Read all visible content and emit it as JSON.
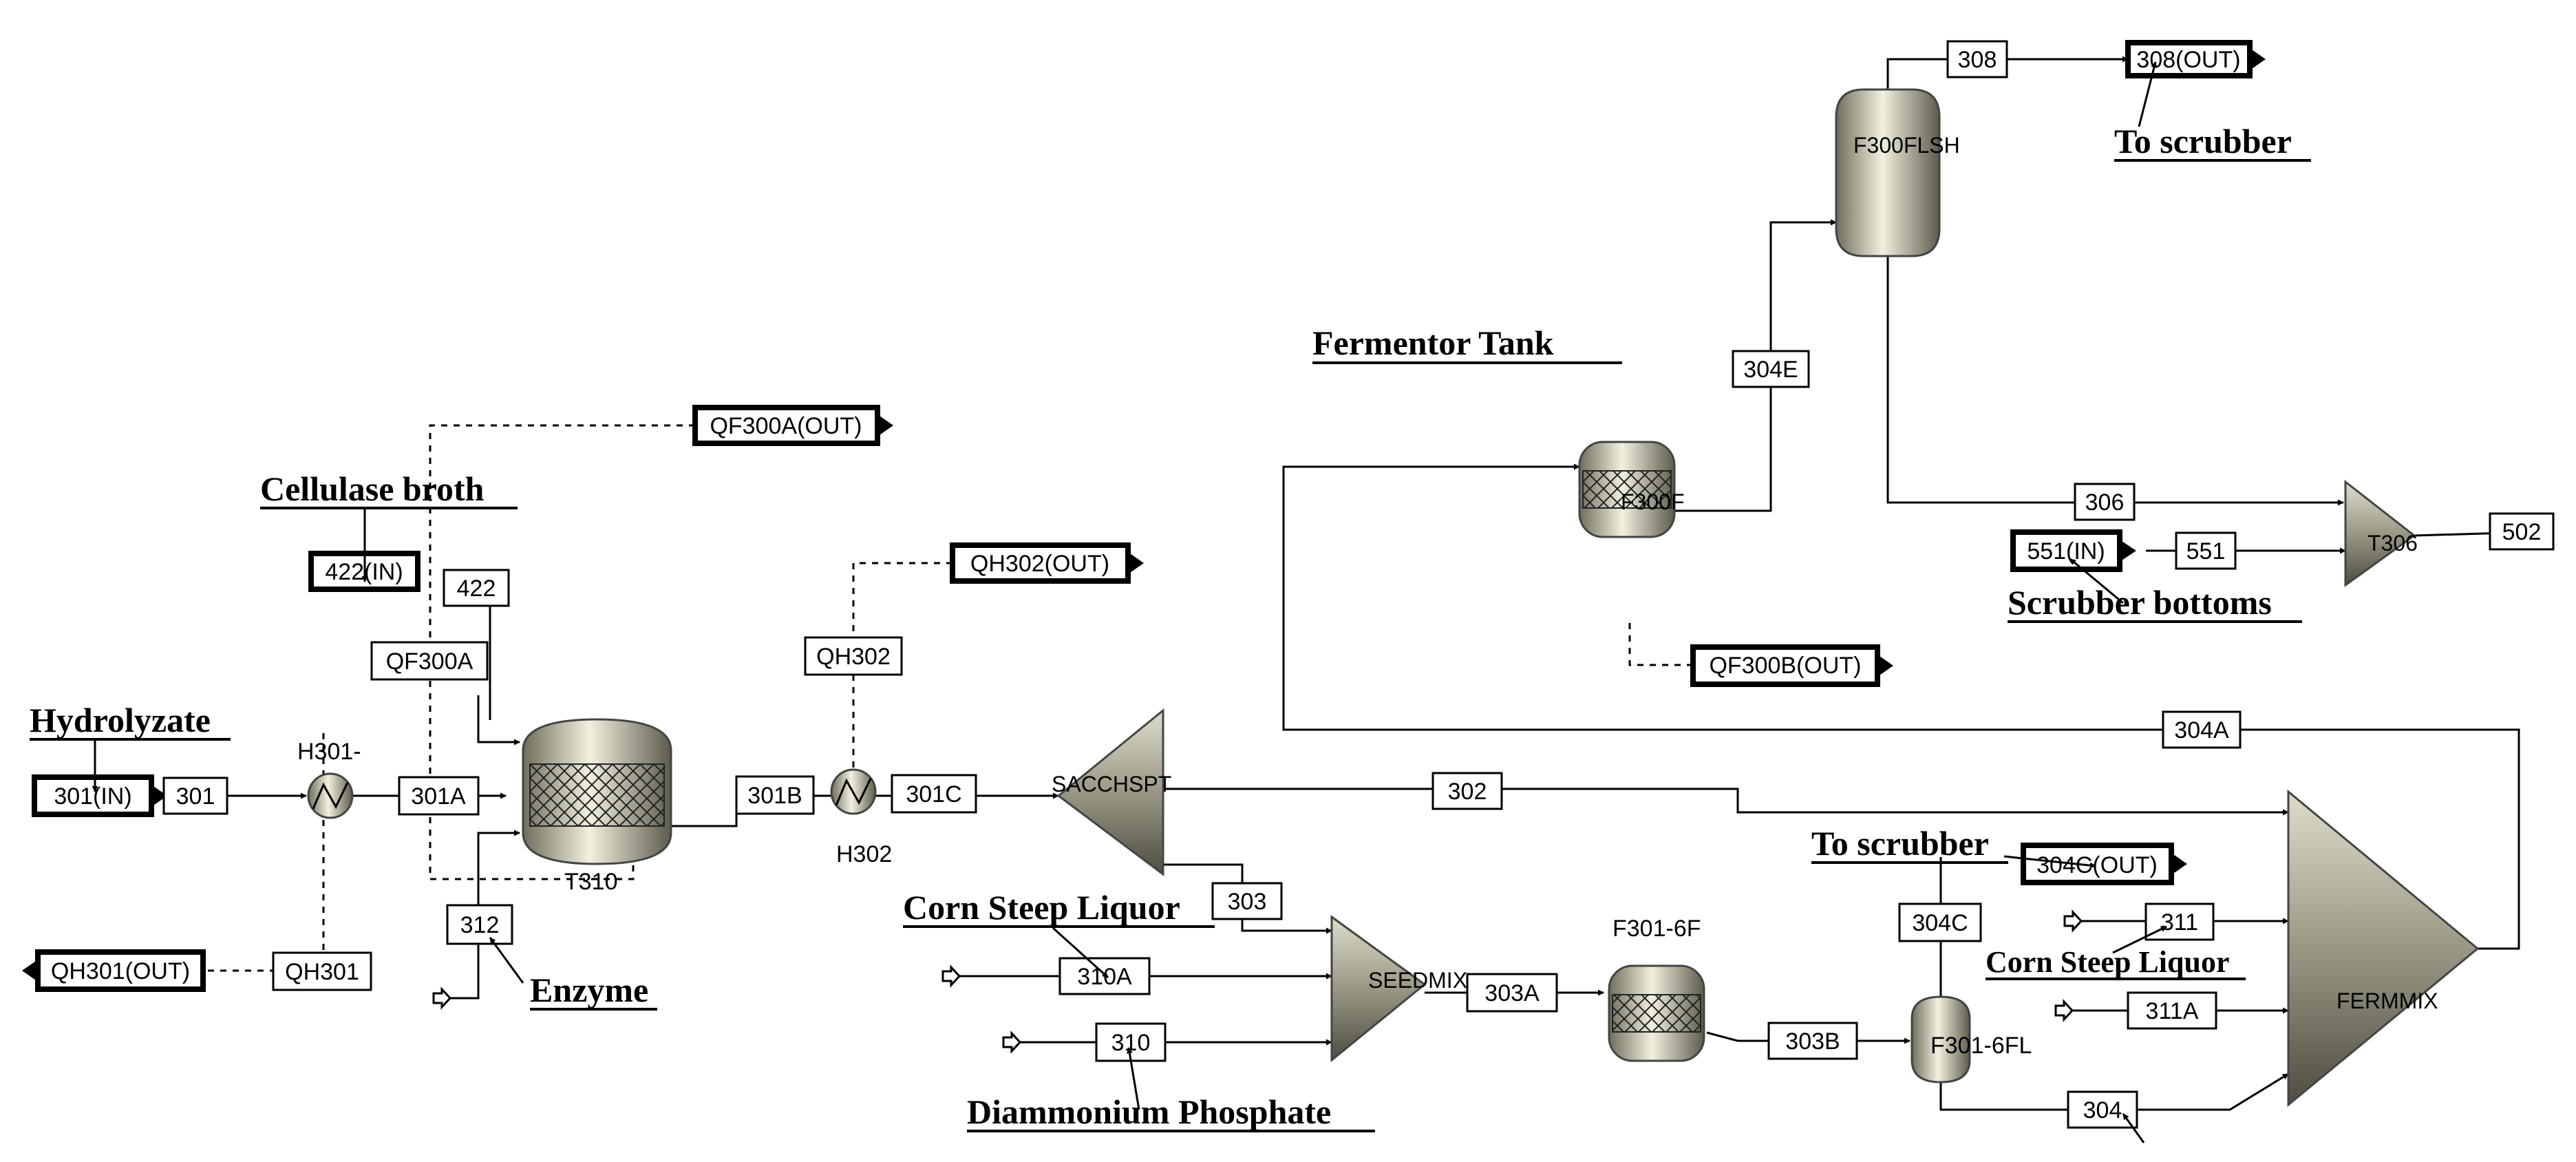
{
  "notes": {
    "fermentor_tank": "Fermentor Tank",
    "cellulase_broth": "Cellulase broth",
    "hydrolyzate": "Hydrolyzate",
    "enzyme": "Enzyme",
    "corn_steep_liquor_1": "Corn Steep Liquor",
    "corn_steep_liquor_2": "Corn Steep Liquor",
    "diammonium_phosphate": "Diammonium Phosphate",
    "to_scrubber_1": "To scrubber",
    "to_scrubber_2": "To scrubber",
    "scrubber_bottoms": "Scrubber bottoms"
  },
  "ports": {
    "p308out": "308(OUT)",
    "pqf300aout": "QF300A(OUT)",
    "p422in": "422(IN)",
    "pqh302out": "QH302(OUT)",
    "p551in": "551(IN)",
    "pqf300bout": "QF300B(OUT)",
    "p301in": "301(IN)",
    "p304cout": "304C(OUT)",
    "pqh301out": "QH301(OUT)"
  },
  "streams": {
    "s308": "308",
    "s304e": "304E",
    "s306": "306",
    "s551": "551",
    "s502": "502",
    "s304a": "304A",
    "s422": "422",
    "sqf300a": "QF300A",
    "sqh302": "QH302",
    "s301": "301",
    "s301a": "301A",
    "s301b": "301B",
    "s301c": "301C",
    "s302": "302",
    "s303": "303",
    "s312": "312",
    "sqh301": "QH301",
    "s310a": "310A",
    "s310": "310",
    "s303a": "303A",
    "s303b": "303B",
    "s304c": "304C",
    "s311": "311",
    "s311a": "311A",
    "s304": "304"
  },
  "blocks": {
    "f300flsh": "F300FLSH",
    "f300f": "F300F",
    "t306": "T306",
    "h301": "H301-",
    "t310": "T310",
    "h302": "H302",
    "sacchspt": "SACCHSPT",
    "seedmix": "SEEDMIX",
    "f301_6f": "F301-6F",
    "f301_6fl": "F301-6FL",
    "fermmix": "FERMMIX"
  }
}
